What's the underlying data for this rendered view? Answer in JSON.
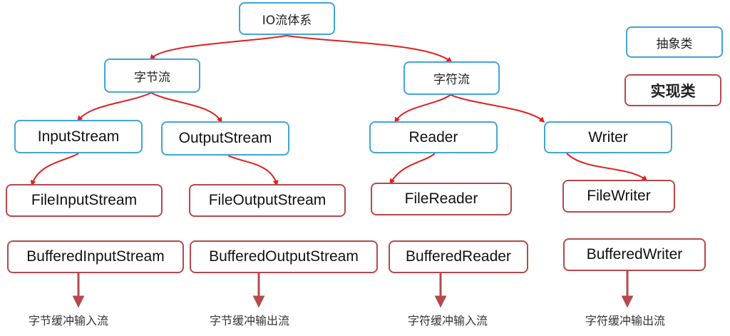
{
  "diagram": {
    "root": "IO流体系",
    "byte_stream": "字节流",
    "char_stream": "字符流",
    "input_stream": "InputStream",
    "output_stream": "OutputStream",
    "reader": "Reader",
    "writer": "Writer",
    "file_input_stream": "FileInputStream",
    "file_output_stream": "FileOutputStream",
    "file_reader": "FileReader",
    "file_writer": "FileWriter",
    "buffered_input_stream": "BufferedInputStream",
    "buffered_output_stream": "BufferedOutputStream",
    "buffered_reader": "BufferedReader",
    "buffered_writer": "BufferedWriter",
    "captions": {
      "byte_buffered_input": "字节缓冲输入流",
      "byte_buffered_output": "字节缓冲输出流",
      "char_buffered_input": "字符缓冲输入流",
      "char_buffered_output": "字符缓冲输出流"
    }
  },
  "legend": {
    "abstract_class": "抽象类",
    "concrete_class": "实现类"
  },
  "colors": {
    "abstract_border": "#41A6D6",
    "concrete_border": "#B5494B",
    "arrow": "#E02020",
    "buffer_arrow": "#B5494B"
  }
}
